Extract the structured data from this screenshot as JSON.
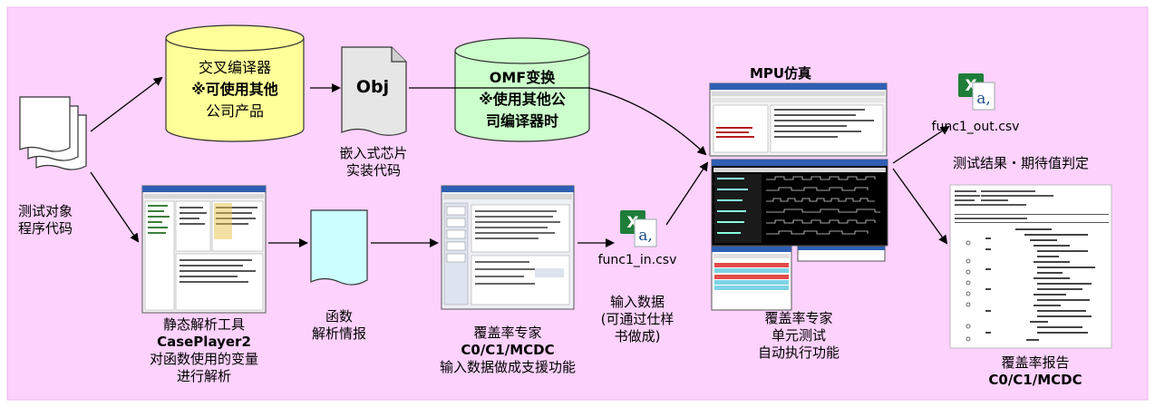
{
  "colors": {
    "background": "#fdd2fd",
    "cylinder_yellow": "#ffff99",
    "cylinder_green": "#ccffcc",
    "doc_gray": "#e6e6e6",
    "analysis_doc": "#ccffff",
    "excel_green": "#1f7d3a",
    "arrow": "#000000"
  },
  "source": {
    "lines": [
      "测试对象",
      "程序代码"
    ]
  },
  "cross_compiler": {
    "lines": [
      "交叉编译器",
      "※可使用其他",
      "公司产品"
    ]
  },
  "obj": {
    "label": "Obj",
    "caption": [
      "嵌入式芯片",
      "实装代码"
    ]
  },
  "omf": {
    "lines": [
      "OMF变换",
      "※使用其他公",
      "司编译器时"
    ]
  },
  "static_tool": {
    "lines": [
      "静态解析工具",
      "CasePlayer2",
      "对函数使用的变量",
      "进行解析"
    ]
  },
  "func_info": {
    "lines": [
      "函数",
      "解析情报"
    ]
  },
  "coverage_input": {
    "lines": [
      "覆盖率专家",
      "C0/C1/MCDC",
      "输入数据做成支援功能"
    ]
  },
  "func_in": {
    "file": "func1_in.csv",
    "excel_label": "a,",
    "caption": [
      "输入数据",
      "(可通过仕样",
      "书做成)"
    ]
  },
  "mpu": {
    "title": "MPU仿真",
    "caption": [
      "覆盖率专家",
      "单元测试",
      "自动执行功能"
    ]
  },
  "func_out": {
    "file": "func1_out.csv",
    "excel_label": "a,",
    "caption": "测试结果・期待值判定"
  },
  "report": {
    "lines": [
      "覆盖率报告",
      "C0/C1/MCDC"
    ]
  },
  "icons": [
    "document-stack-icon",
    "excel-csv-icon",
    "database-cylinder-icon",
    "arrow-icon",
    "screenshot-thumbnail"
  ]
}
